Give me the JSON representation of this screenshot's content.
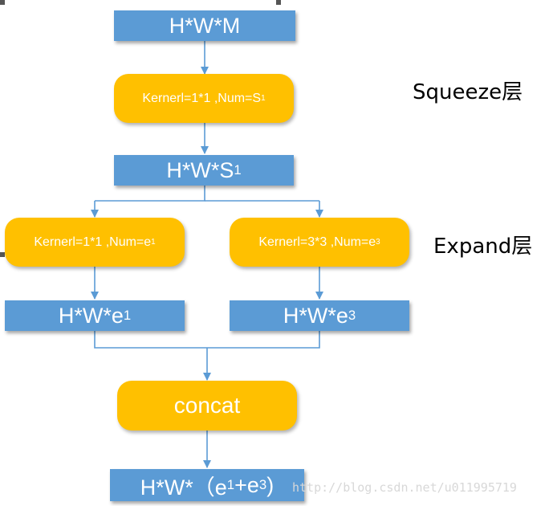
{
  "nodes": {
    "input": {
      "main": "H*W*M",
      "sub": ""
    },
    "squeeze_conv": {
      "main": "Kernerl=1*1 ,Num=S",
      "sub": "1"
    },
    "squeeze_out": {
      "main": "H*W*S",
      "sub": "1"
    },
    "expand_conv1": {
      "main": "Kernerl=1*1 ,Num=e",
      "sub": "1"
    },
    "expand_conv3": {
      "main": "Kernerl=3*3 ,Num=e",
      "sub": "3"
    },
    "expand_out1": {
      "main": "H*W*e",
      "sub": "1"
    },
    "expand_out3": {
      "main": "H*W*e",
      "sub": "3"
    },
    "concat": {
      "main": "concat"
    },
    "output": {
      "prefix": "H*W*（e",
      "sub1": "1",
      "mid": "+e",
      "sub2": "3",
      "suffix": ")"
    }
  },
  "labels": {
    "squeeze": "Squeeze层",
    "expand": "Expand层"
  },
  "watermark": "http://blog.csdn.net/u011995719",
  "colors": {
    "box": "#5b9bd5",
    "pill": "#ffc000",
    "arrow": "#5b9bd5"
  }
}
